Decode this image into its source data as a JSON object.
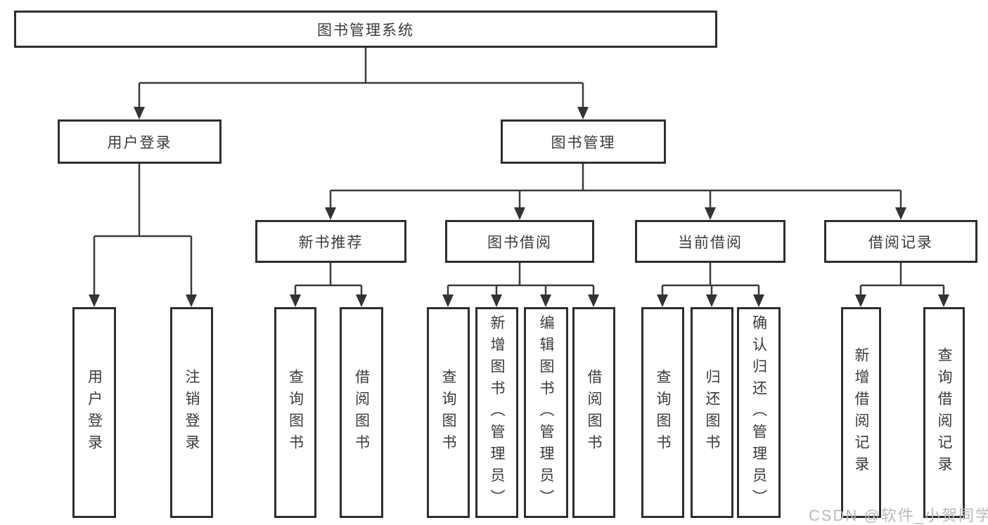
{
  "tree": {
    "root": {
      "label": "图书管理系统",
      "children": [
        {
          "label": "用户登录",
          "children": [
            {
              "label": "用户登录"
            },
            {
              "label": "注销登录"
            }
          ]
        },
        {
          "label": "图书管理",
          "children": [
            {
              "label": "新书推荐",
              "children": [
                {
                  "label": "查询图书"
                },
                {
                  "label": "借阅图书"
                }
              ]
            },
            {
              "label": "图书借阅",
              "children": [
                {
                  "label": "查询图书"
                },
                {
                  "label": "新增图书（管理员）"
                },
                {
                  "label": "编辑图书（管理员）"
                },
                {
                  "label": "借阅图书"
                }
              ]
            },
            {
              "label": "当前借阅",
              "children": [
                {
                  "label": "查询图书"
                },
                {
                  "label": "归还图书"
                },
                {
                  "label": "确认归还（管理员）"
                }
              ]
            },
            {
              "label": "借阅记录",
              "children": [
                {
                  "label": "新增借阅记录"
                },
                {
                  "label": "查询借阅记录"
                }
              ]
            }
          ]
        }
      ]
    }
  },
  "watermark": {
    "text": "CSDN @软件_小贺同学"
  },
  "colors": {
    "line": "#3a3a3a",
    "box_border": "#2e2e2e",
    "text": "#3a3a3a",
    "watermark": "#b6bac1",
    "background": "#ffffff"
  }
}
